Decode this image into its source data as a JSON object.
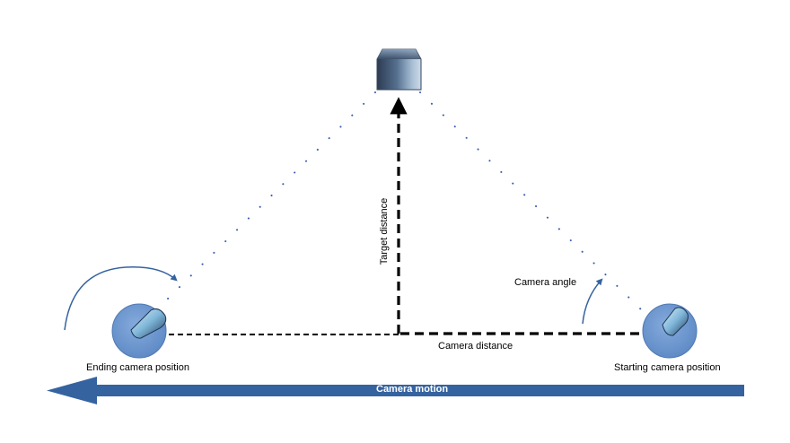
{
  "labels": {
    "ending_position": "Ending camera position",
    "starting_position": "Starting camera position",
    "camera_distance": "Camera distance",
    "camera_angle": "Camera angle",
    "target_distance": "Target distance",
    "camera_motion": "Camera motion"
  },
  "colors": {
    "motion_arrow": "#3563a0",
    "sight_dots": "#3a5fb0",
    "camera_body": "#6f98d2",
    "target_dark": "#2d3b52",
    "target_light": "#a9bfd6",
    "dashed_line": "#000000"
  },
  "icons": {
    "target": "target-box-icon",
    "start_camera": "camera-icon",
    "end_camera": "camera-icon"
  }
}
